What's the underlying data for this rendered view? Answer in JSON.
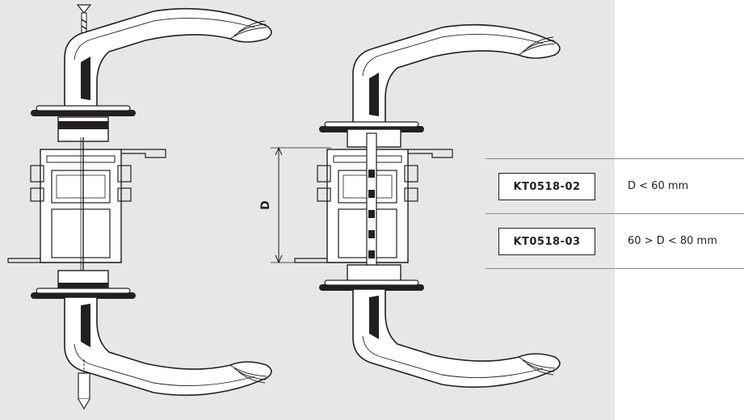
{
  "dimension_label": "D",
  "table": {
    "rows": [
      {
        "code": "KT0518-02",
        "range": "D < 60 mm"
      },
      {
        "code": "KT0518-03",
        "range": "60 > D < 80 mm"
      }
    ]
  },
  "colors": {
    "panel_background": "#e6e7e8",
    "line": "#231f20",
    "page_background": "#ffffff"
  }
}
